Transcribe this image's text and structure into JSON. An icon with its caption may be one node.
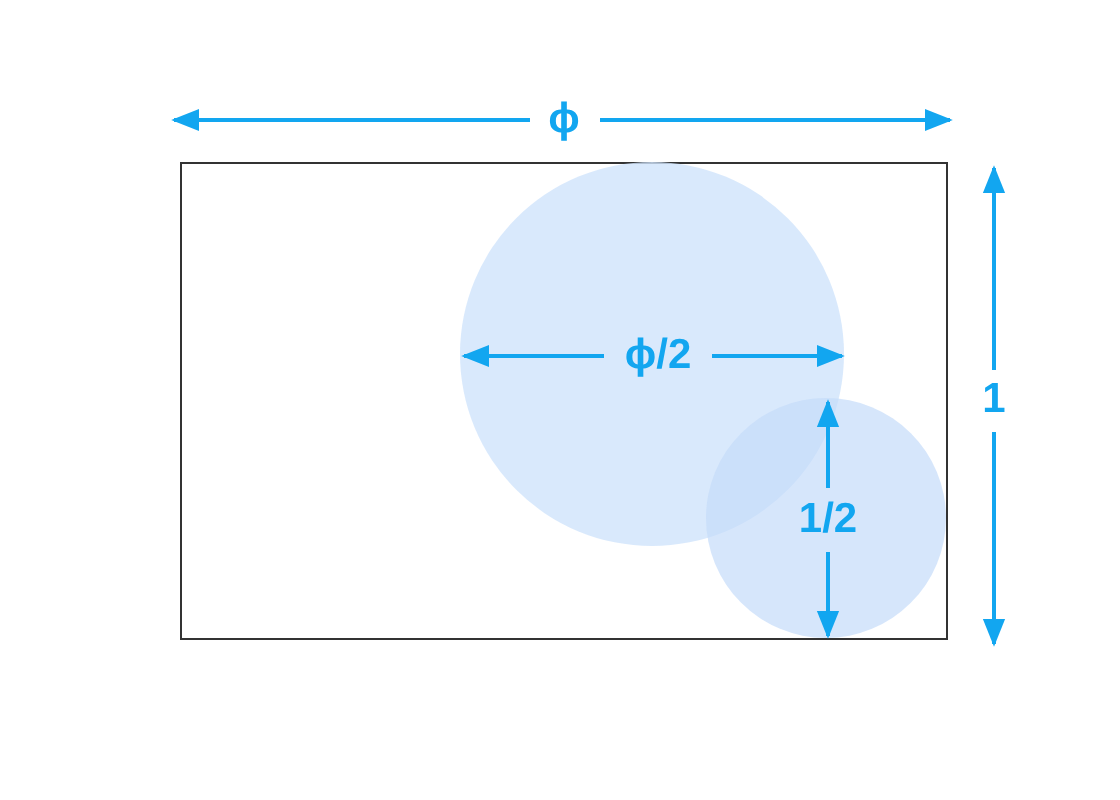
{
  "diagram": {
    "labels": [
      "ϕ",
      "1",
      "ϕ/2",
      "1/2"
    ]
  }
}
